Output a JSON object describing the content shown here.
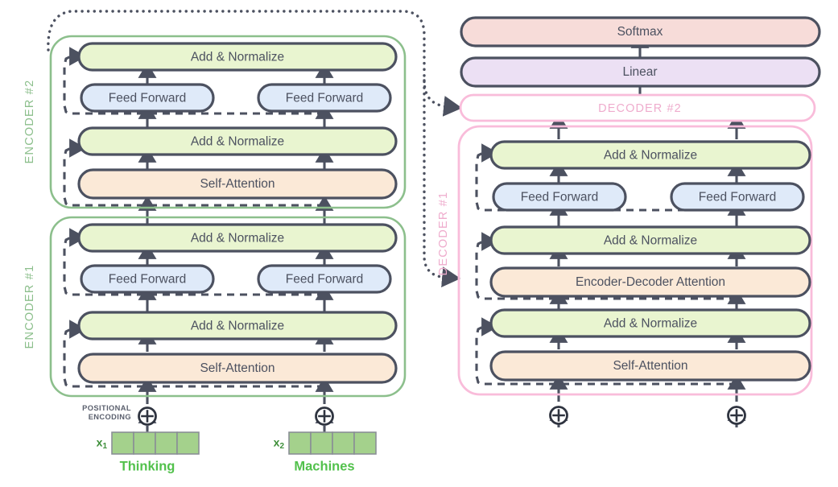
{
  "diagram": {
    "title": "Transformer encoder-decoder architecture",
    "colors": {
      "block_stroke": "#4c5160",
      "addnorm_fill": "#e9f5d0",
      "feedforward_fill": "#dfeaf9",
      "attention_fill": "#fbe9d7",
      "softmax_fill": "#f7dcd9",
      "linear_fill": "#ece0f4",
      "encoder_border": "#8cbf8c",
      "decoder_border": "#f9bcda",
      "embedding_fill": "#a4d18c",
      "word_text": "#52c14c",
      "label_text": "#4c5160"
    },
    "encoders": [
      {
        "label": "ENCODER #2",
        "blocks": [
          {
            "label": "Add & Normalize",
            "kind": "addnorm"
          },
          {
            "label": "Feed Forward",
            "kind": "feedforward"
          },
          {
            "label": "Feed Forward",
            "kind": "feedforward"
          },
          {
            "label": "Add & Normalize",
            "kind": "addnorm"
          },
          {
            "label": "Self-Attention",
            "kind": "attention"
          }
        ]
      },
      {
        "label": "ENCODER #1",
        "blocks": [
          {
            "label": "Add & Normalize",
            "kind": "addnorm"
          },
          {
            "label": "Feed Forward",
            "kind": "feedforward"
          },
          {
            "label": "Feed Forward",
            "kind": "feedforward"
          },
          {
            "label": "Add & Normalize",
            "kind": "addnorm"
          },
          {
            "label": "Self-Attention",
            "kind": "attention"
          }
        ]
      }
    ],
    "decoders": [
      {
        "label": "DECODER #2",
        "collapsed": true
      },
      {
        "label": "DECODER #1",
        "blocks": [
          {
            "label": "Add & Normalize",
            "kind": "addnorm"
          },
          {
            "label": "Feed Forward",
            "kind": "feedforward"
          },
          {
            "label": "Feed Forward",
            "kind": "feedforward"
          },
          {
            "label": "Add & Normalize",
            "kind": "addnorm"
          },
          {
            "label": "Encoder-Decoder Attention",
            "kind": "attention"
          },
          {
            "label": "Add & Normalize",
            "kind": "addnorm"
          },
          {
            "label": "Self-Attention",
            "kind": "attention"
          }
        ]
      }
    ],
    "output_head": [
      {
        "label": "Softmax",
        "kind": "softmax"
      },
      {
        "label": "Linear",
        "kind": "linear"
      }
    ],
    "positional_encoding": {
      "line1": "POSITIONAL",
      "line2": "ENCODING",
      "glyph": "plus-circle"
    },
    "inputs": [
      {
        "var": "x",
        "sub": "1",
        "word": "Thinking",
        "cells": 4
      },
      {
        "var": "x",
        "sub": "2",
        "word": "Machines",
        "cells": 4
      }
    ],
    "decoder_inputs": [
      {
        "glyph": "plus-circle"
      },
      {
        "glyph": "plus-circle"
      }
    ]
  }
}
